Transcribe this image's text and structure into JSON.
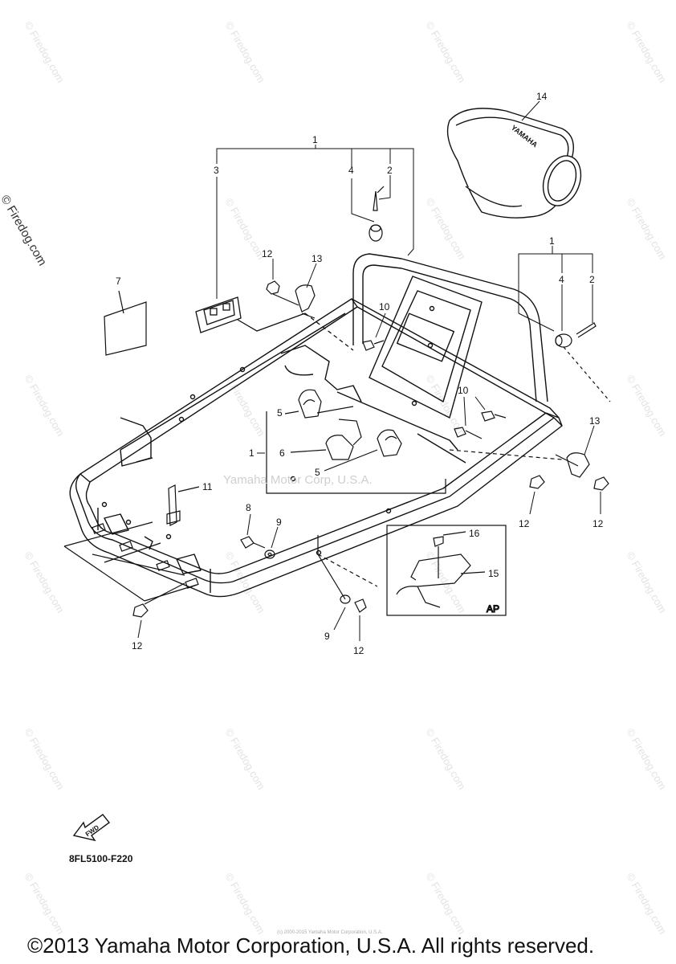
{
  "watermark": {
    "tile_text": "© Firedog.com",
    "side_text": "© Firedog.com",
    "center_text": "Yamaha Motor Corp, U.S.A."
  },
  "diagram": {
    "part_numbers": [
      "1",
      "2",
      "3",
      "4",
      "5",
      "6",
      "7",
      "8",
      "9",
      "10",
      "11",
      "12",
      "13",
      "14",
      "15",
      "16"
    ],
    "inset_label": "AP",
    "fwd_label": "FWD",
    "helmet_logo": "YAMAHA"
  },
  "footer": {
    "code": "8FL5100-F220",
    "copyright": "©2013 Yamaha Motor Corporation, U.S.A. All rights reserved.",
    "tiny_notice": "(c) 2000-2015 Yamaha Motor Corporation, U.S.A."
  }
}
